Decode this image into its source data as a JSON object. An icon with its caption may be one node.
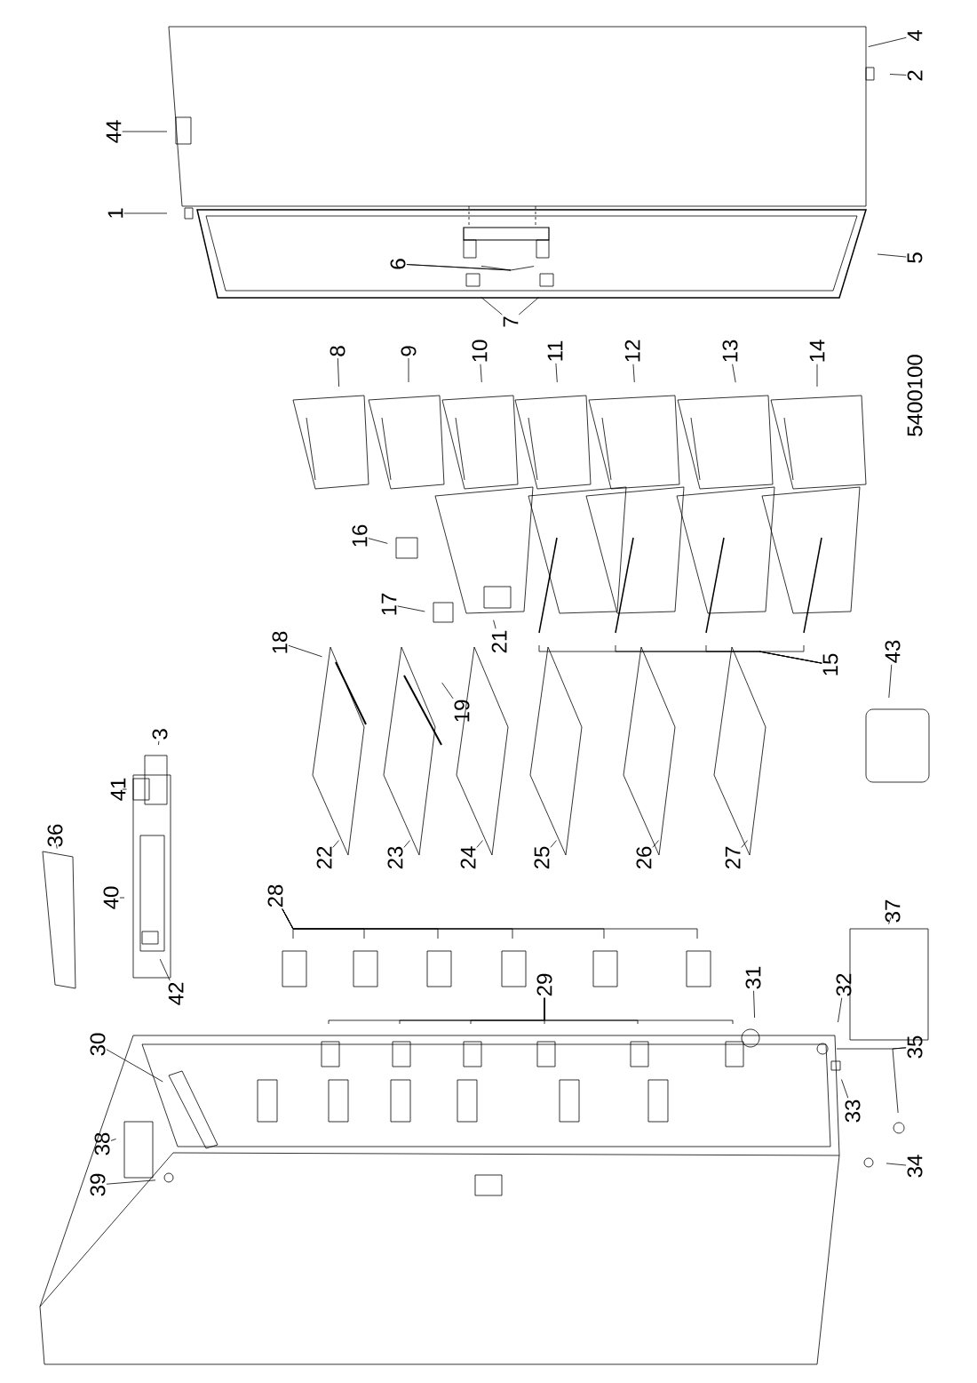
{
  "diagram": {
    "nodes": [
      {
        "text": [
          "1"
        ]
      },
      {
        "text": [
          "2"
        ]
      },
      {
        "text": [
          "3"
        ]
      },
      {
        "text": [
          "4"
        ]
      },
      {
        "text": [
          "5"
        ]
      },
      {
        "text": [
          "6"
        ]
      },
      {
        "text": [
          "7"
        ]
      },
      {
        "text": [
          "8"
        ]
      },
      {
        "text": [
          "9"
        ]
      },
      {
        "text": [
          "10"
        ]
      },
      {
        "text": [
          "11"
        ]
      },
      {
        "text": [
          "12"
        ]
      },
      {
        "text": [
          "13"
        ]
      },
      {
        "text": [
          "14"
        ]
      },
      {
        "text": [
          "15"
        ]
      },
      {
        "text": [
          "16"
        ]
      },
      {
        "text": [
          "17"
        ]
      },
      {
        "text": [
          "18"
        ]
      },
      {
        "text": [
          "19"
        ]
      },
      {
        "text": [
          "21"
        ]
      },
      {
        "text": [
          "22"
        ]
      },
      {
        "text": [
          "23"
        ]
      },
      {
        "text": [
          "24"
        ]
      },
      {
        "text": [
          "25"
        ]
      },
      {
        "text": [
          "26"
        ]
      },
      {
        "text": [
          "27"
        ]
      },
      {
        "text": [
          "28"
        ]
      },
      {
        "text": [
          "29"
        ]
      },
      {
        "text": [
          "30"
        ]
      },
      {
        "text": [
          "31"
        ]
      },
      {
        "text": [
          "32"
        ]
      },
      {
        "text": [
          "33"
        ]
      },
      {
        "text": [
          "34"
        ]
      },
      {
        "text": [
          "35"
        ]
      },
      {
        "text": [
          "36"
        ]
      },
      {
        "text": [
          "37"
        ]
      },
      {
        "text": [
          "38"
        ]
      },
      {
        "text": [
          "39"
        ]
      },
      {
        "text": [
          "40"
        ]
      },
      {
        "text": [
          "41"
        ]
      },
      {
        "text": [
          "42"
        ]
      },
      {
        "text": [
          "43"
        ]
      },
      {
        "text": [
          "44"
        ]
      }
    ],
    "edges": [
      {
        "from": 0,
        "to": null,
        "arrow": "none"
      },
      {
        "from": 1,
        "to": null,
        "arrow": "none"
      },
      {
        "from": 2,
        "to": null,
        "arrow": "none"
      },
      {
        "from": 3,
        "to": null,
        "arrow": "none"
      },
      {
        "from": 4,
        "to": null,
        "arrow": "none"
      },
      {
        "from": 5,
        "to": null,
        "arrow": "none"
      },
      {
        "from": 5,
        "to": null,
        "arrow": "none"
      },
      {
        "from": 6,
        "to": null,
        "arrow": "none"
      },
      {
        "from": 6,
        "to": null,
        "arrow": "none"
      },
      {
        "from": 7,
        "to": null,
        "arrow": "none"
      },
      {
        "from": 8,
        "to": null,
        "arrow": "none"
      },
      {
        "from": 9,
        "to": null,
        "arrow": "none"
      },
      {
        "from": 10,
        "to": null,
        "arrow": "none"
      },
      {
        "from": 11,
        "to": null,
        "arrow": "none"
      },
      {
        "from": 12,
        "to": null,
        "arrow": "none"
      },
      {
        "from": 13,
        "to": null,
        "arrow": "none"
      },
      {
        "from": 14,
        "to": null,
        "arrow": "none"
      },
      {
        "from": 14,
        "to": null,
        "arrow": "none"
      },
      {
        "from": 14,
        "to": null,
        "arrow": "none"
      },
      {
        "from": 14,
        "to": null,
        "arrow": "none"
      },
      {
        "from": 15,
        "to": null,
        "arrow": "none"
      },
      {
        "from": 16,
        "to": null,
        "arrow": "none"
      },
      {
        "from": 17,
        "to": null,
        "arrow": "none"
      },
      {
        "from": 18,
        "to": null,
        "arrow": "none"
      },
      {
        "from": 19,
        "to": null,
        "arrow": "none"
      },
      {
        "from": 20,
        "to": null,
        "arrow": "none"
      },
      {
        "from": 21,
        "to": null,
        "arrow": "none"
      },
      {
        "from": 22,
        "to": null,
        "arrow": "none"
      },
      {
        "from": 23,
        "to": null,
        "arrow": "none"
      },
      {
        "from": 24,
        "to": null,
        "arrow": "none"
      },
      {
        "from": 25,
        "to": null,
        "arrow": "none"
      },
      {
        "from": 26,
        "to": null,
        "arrow": "none"
      },
      {
        "from": 26,
        "to": null,
        "arrow": "none"
      },
      {
        "from": 26,
        "to": null,
        "arrow": "none"
      },
      {
        "from": 26,
        "to": null,
        "arrow": "none"
      },
      {
        "from": 26,
        "to": null,
        "arrow": "none"
      },
      {
        "from": 26,
        "to": null,
        "arrow": "none"
      },
      {
        "from": 27,
        "to": null,
        "arrow": "none"
      },
      {
        "from": 27,
        "to": null,
        "arrow": "none"
      },
      {
        "from": 27,
        "to": null,
        "arrow": "none"
      },
      {
        "from": 27,
        "to": null,
        "arrow": "none"
      },
      {
        "from": 27,
        "to": null,
        "arrow": "none"
      },
      {
        "from": 27,
        "to": null,
        "arrow": "none"
      },
      {
        "from": 28,
        "to": null,
        "arrow": "none"
      },
      {
        "from": 29,
        "to": null,
        "arrow": "none"
      },
      {
        "from": 30,
        "to": null,
        "arrow": "none"
      },
      {
        "from": 31,
        "to": null,
        "arrow": "none"
      },
      {
        "from": 32,
        "to": null,
        "arrow": "none"
      },
      {
        "from": 33,
        "to": null,
        "arrow": "none"
      },
      {
        "from": 33,
        "to": null,
        "arrow": "none"
      },
      {
        "from": 34,
        "to": null,
        "arrow": "none"
      },
      {
        "from": 35,
        "to": null,
        "arrow": "none"
      },
      {
        "from": 36,
        "to": null,
        "arrow": "none"
      },
      {
        "from": 37,
        "to": null,
        "arrow": "none"
      },
      {
        "from": 38,
        "to": null,
        "arrow": "none"
      },
      {
        "from": 39,
        "to": null,
        "arrow": "none"
      },
      {
        "from": 40,
        "to": null,
        "arrow": "none"
      },
      {
        "from": 41,
        "to": null,
        "arrow": "none"
      },
      {
        "from": 42,
        "to": null,
        "arrow": "none"
      }
    ],
    "labels": [
      "5400100"
    ]
  }
}
